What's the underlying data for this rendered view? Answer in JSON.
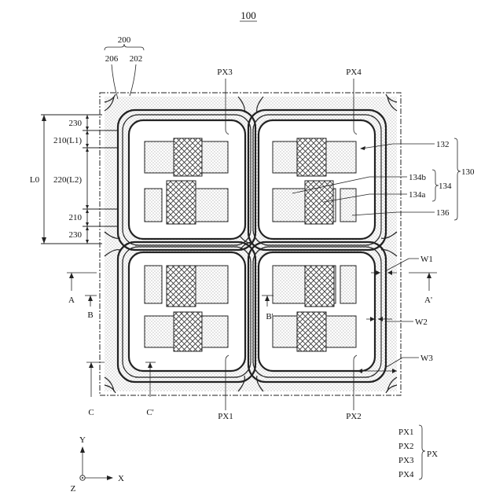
{
  "figure": {
    "title": "100",
    "bank_group": "200",
    "bank_parts": [
      "206",
      "202"
    ],
    "pixels": {
      "px1": "PX1",
      "px2": "PX2",
      "px3": "PX3",
      "px4": "PX4"
    },
    "left_dims": {
      "lo": "L0",
      "d230_top": "230",
      "d210_top": "210(L1)",
      "d220": "220(L2)",
      "d210_bot": "210",
      "d230_bot": "230"
    },
    "right_refs": {
      "r132": "132",
      "r134b": "134b",
      "r134a": "134a",
      "r134": "134",
      "r136": "136",
      "r130": "130"
    },
    "widths": {
      "w1": "W1",
      "w2": "W2",
      "w3": "W3"
    },
    "sections": {
      "a": "A",
      "a_prime": "A'",
      "b": "B",
      "b_prime": "B'",
      "c": "C",
      "c_prime": "C'"
    },
    "px_legend": {
      "items": [
        "PX1",
        "PX2",
        "PX3",
        "PX4"
      ],
      "group": "PX"
    },
    "axes": {
      "y": "Y",
      "x": "X",
      "z": "Z"
    }
  }
}
